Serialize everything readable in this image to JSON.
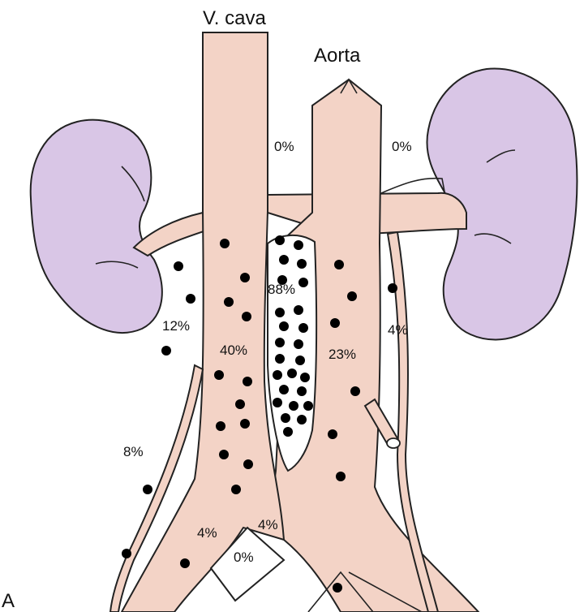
{
  "labels": {
    "vena_cava": "V. cava",
    "aorta": "Aorta",
    "panel": "A"
  },
  "percentages": {
    "aorta_upper_left": "0%",
    "aorta_upper_right": "0%",
    "left_lateral": "12%",
    "ivc": "40%",
    "interaortocaval": "88%",
    "para_aortic": "23%",
    "right_lateral": "4%",
    "left_gonadal": "8%",
    "left_common_iliac": "4%",
    "between_iliacs": "4%",
    "bifurcation": "0%"
  },
  "colors": {
    "vessel": "#f3d3c6",
    "kidney": "#d9c6e6",
    "line": "#222222",
    "node": "#000000"
  }
}
